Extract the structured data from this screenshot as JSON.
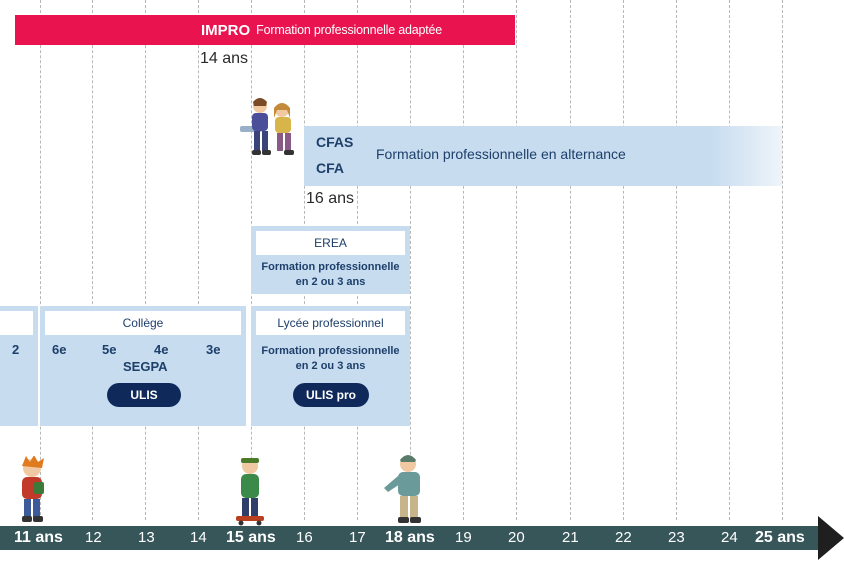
{
  "impro": {
    "tag": "IMPRO",
    "description": "Formation professionnelle adaptée",
    "age": "14 ans"
  },
  "cfas": {
    "line1": "CFAS",
    "line2": "CFA",
    "description": "Formation professionnelle en alternance",
    "age": "16 ans"
  },
  "erea": {
    "title": "EREA",
    "sub1": "Formation professionnelle",
    "sub2": "en 2 ou 3 ans"
  },
  "college": {
    "title": "Collège",
    "prev_grade": "2",
    "grades": [
      "6e",
      "5e",
      "4e",
      "3e"
    ],
    "segpa": "SEGPA",
    "ulis": "ULIS"
  },
  "lycee": {
    "title": "Lycée professionnel",
    "sub1": "Formation professionnelle",
    "sub2": "en 2 ou 3 ans",
    "ulis": "ULIS pro"
  },
  "axis": {
    "ticks": [
      "11 ans",
      "12",
      "13",
      "14",
      "15 ans",
      "16",
      "17",
      "18 ans",
      "19",
      "20",
      "21",
      "22",
      "23",
      "24",
      "25 ans"
    ],
    "major": [
      "11 ans",
      "15 ans",
      "18 ans",
      "25 ans"
    ],
    "color": "#36565a"
  },
  "colors": {
    "impro": "#e8134f",
    "box": "#c7dcef",
    "pill": "#0f2a5a",
    "text": "#1d3f6a"
  },
  "figures": [
    "couple-seated-illustration",
    "boy-11-illustration",
    "boy-15-illustration",
    "teen-18-illustration"
  ]
}
